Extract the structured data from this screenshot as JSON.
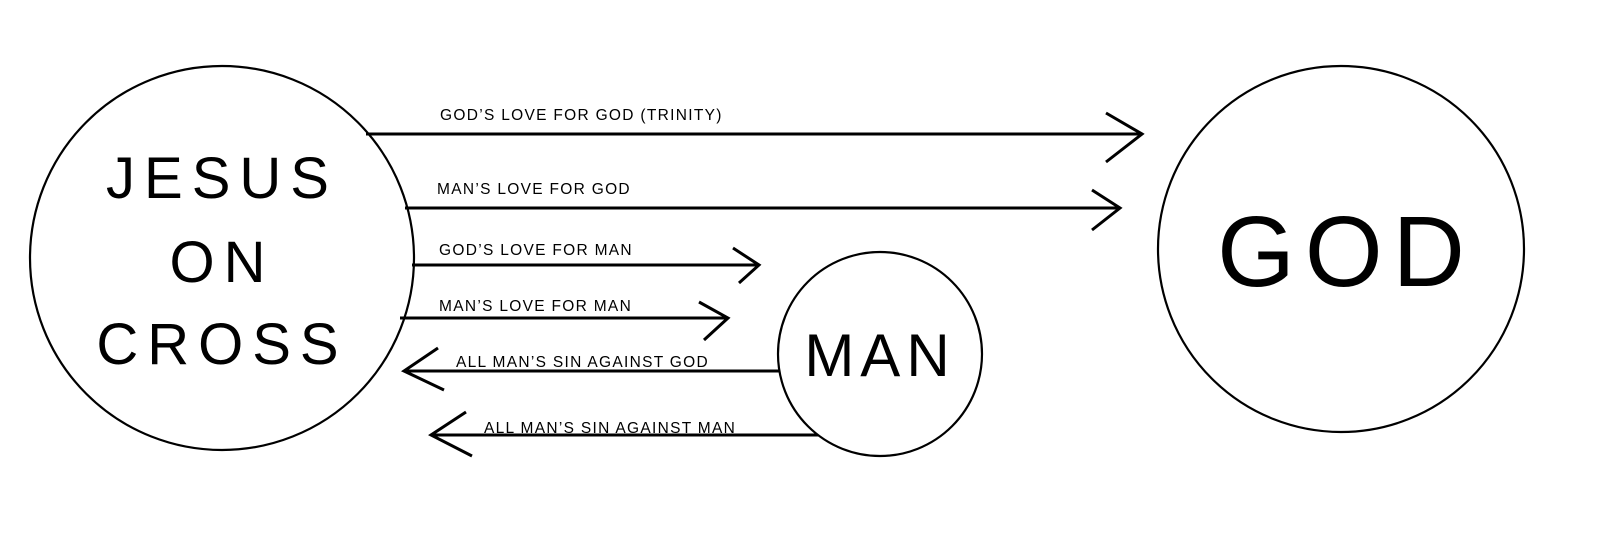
{
  "nodes": {
    "jesus": {
      "line1": "JESUS",
      "line2": "ON",
      "line3": "CROSS"
    },
    "god": {
      "label": "GOD"
    },
    "man": {
      "label": "MAN"
    }
  },
  "edges": [
    {
      "label": "GOD’S LOVE FOR GOD (TRINITY)",
      "from": "JESUS ON CROSS",
      "to": "GOD"
    },
    {
      "label": "MAN’S LOVE FOR GOD",
      "from": "JESUS ON CROSS",
      "to": "GOD"
    },
    {
      "label": "GOD’S LOVE FOR MAN",
      "from": "JESUS ON CROSS",
      "to": "MAN"
    },
    {
      "label": "MAN’S LOVE FOR MAN",
      "from": "JESUS ON CROSS",
      "to": "MAN"
    },
    {
      "label": "ALL MAN’S SIN AGAINST GOD",
      "from": "MAN",
      "to": "JESUS ON CROSS"
    },
    {
      "label": "ALL MAN’S SIN AGAINST MAN",
      "from": "MAN",
      "to": "JESUS ON CROSS"
    }
  ],
  "colors": {
    "stroke": "#000000",
    "background": "#ffffff"
  }
}
